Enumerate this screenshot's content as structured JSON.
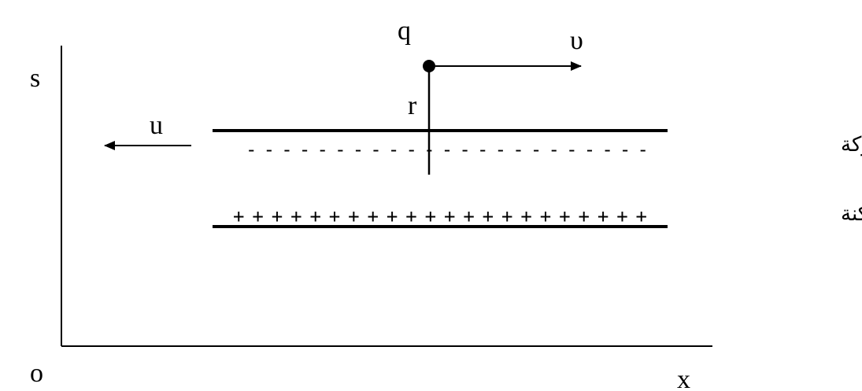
{
  "labels": {
    "origin": "o",
    "x_axis": "x",
    "s_axis": "s",
    "charge": "q",
    "velocity": "υ",
    "distance": "r",
    "electron_speed": "u"
  },
  "wire": {
    "electrons_label": "الكترونات متحركة",
    "ions_label": "ايونات موجبة ساكنة",
    "electron_signs": "- - - - - - - - - - - - - - - - - - - - - - -",
    "ion_signs": "+ + + + + + + + + + + + + + + + + + + + + +"
  },
  "colors": {
    "ink": "#000000",
    "background": "#ffffff"
  }
}
